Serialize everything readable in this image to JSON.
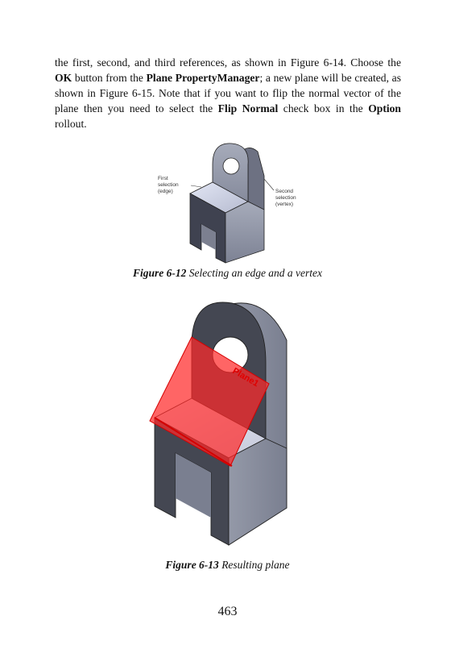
{
  "paragraph": {
    "t1": "the first, second, and third references, as shown in Figure 6-14. Choose the ",
    "ok": "OK",
    "t2": " button from the ",
    "plane_pm": "Plane PropertyManager",
    "t3": "; a new plane will be created, as shown in Figure 6-15. Note that if you want to flip the normal vector of the plane then you need to select the ",
    "flip": "Flip Normal",
    "t4": " check box in the ",
    "option": "Option",
    "t5": " rollout."
  },
  "figure1": {
    "callout_left": [
      "First",
      "selection",
      "(edge)"
    ],
    "callout_right": [
      "Second",
      "selection",
      "(vertex)"
    ],
    "caption_label": "Figure 6-12",
    "caption_text": " Selecting an edge and a vertex"
  },
  "figure2": {
    "plane_label": "Plane1",
    "caption_label": "Figure 6-13",
    "caption_text": " Resulting plane"
  },
  "page_number": "463",
  "colors": {
    "part_front": "#8a8fa0",
    "part_dark": "#4b4e5a",
    "part_top": "#c6cbe0",
    "plane": "#ff2a2a"
  }
}
